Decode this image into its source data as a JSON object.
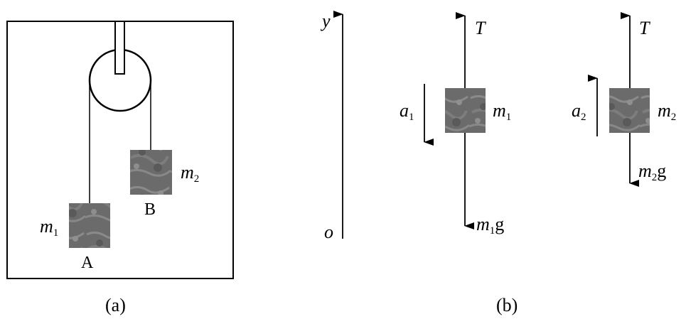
{
  "figure_a": {
    "caption": "(a)",
    "block_A": {
      "mass_symbol": "m",
      "mass_sub": "1",
      "label": "A"
    },
    "block_B": {
      "mass_symbol": "m",
      "mass_sub": "2",
      "label": "B"
    }
  },
  "figure_b": {
    "caption": "(b)",
    "axis": {
      "name": "y",
      "origin": "o"
    },
    "fbd_1": {
      "tension": "T",
      "accel_symbol": "a",
      "accel_sub": "1",
      "mass_symbol": "m",
      "mass_sub": "1",
      "weight_mass": "m",
      "weight_sub": "1",
      "weight_g": "g"
    },
    "fbd_2": {
      "tension": "T",
      "accel_symbol": "a",
      "accel_sub": "2",
      "mass_symbol": "m",
      "mass_sub": "2",
      "weight_mass": "m",
      "weight_sub": "2",
      "weight_g": "g"
    }
  },
  "colors": {
    "stroke": "#000000",
    "block_dark": "#5f5f5f",
    "block_light": "#8a8a8a"
  }
}
